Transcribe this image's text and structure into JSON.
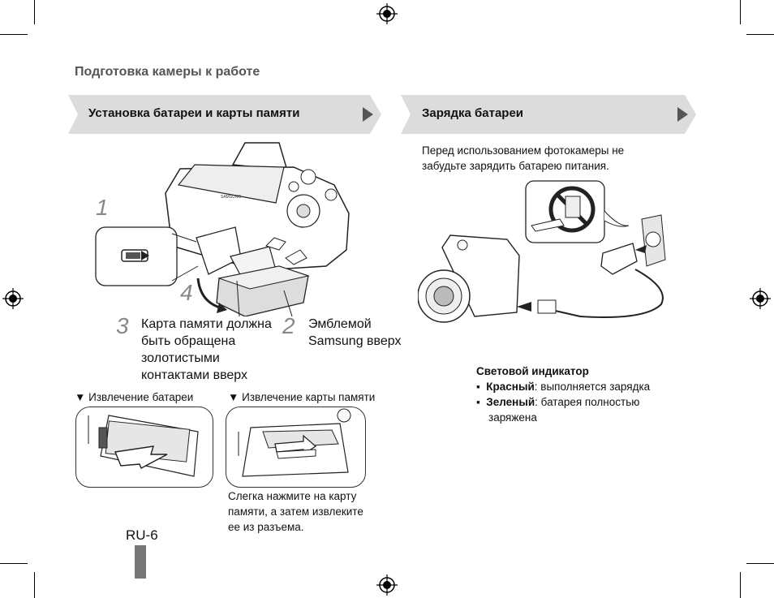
{
  "header": {
    "section_title": "Подготовка камеры к работе"
  },
  "left_band": {
    "title": "Установка батареи и карты памяти"
  },
  "right_band": {
    "title": "Зарядка батареи"
  },
  "steps": {
    "step1": "1",
    "step2": "2",
    "step3": "3",
    "step4": "4",
    "caption3": [
      "Карта памяти должна",
      "быть обращена",
      "золотистыми",
      "контактами вверх"
    ],
    "caption2": [
      "Эмблемой",
      "Samsung вверх"
    ]
  },
  "removal": {
    "battery_label": "▼ Извлечение батареи",
    "card_label": "▼ Извлечение карты памяти",
    "card_note": [
      "Слегка нажмите на карту",
      "памяти, а затем извлеките",
      "ее из разъема."
    ]
  },
  "charging": {
    "intro": [
      "Перед использованием фотокамеры не",
      "забудьте зарядить батарею питания."
    ],
    "indicator_title": "Световой индикатор",
    "items": [
      {
        "bold": "Красный",
        "text": ": выполняется зарядка"
      },
      {
        "bold": "Зеленый",
        "text": ": батарея полностью"
      }
    ],
    "continuation": "заряжена"
  },
  "illustration_text": {
    "brand": "SAMSUNG"
  },
  "footer": {
    "page_number": "RU-6"
  },
  "colors": {
    "band": "#dcdcdc",
    "arrow": "#555555",
    "page_tab": "#777777"
  }
}
